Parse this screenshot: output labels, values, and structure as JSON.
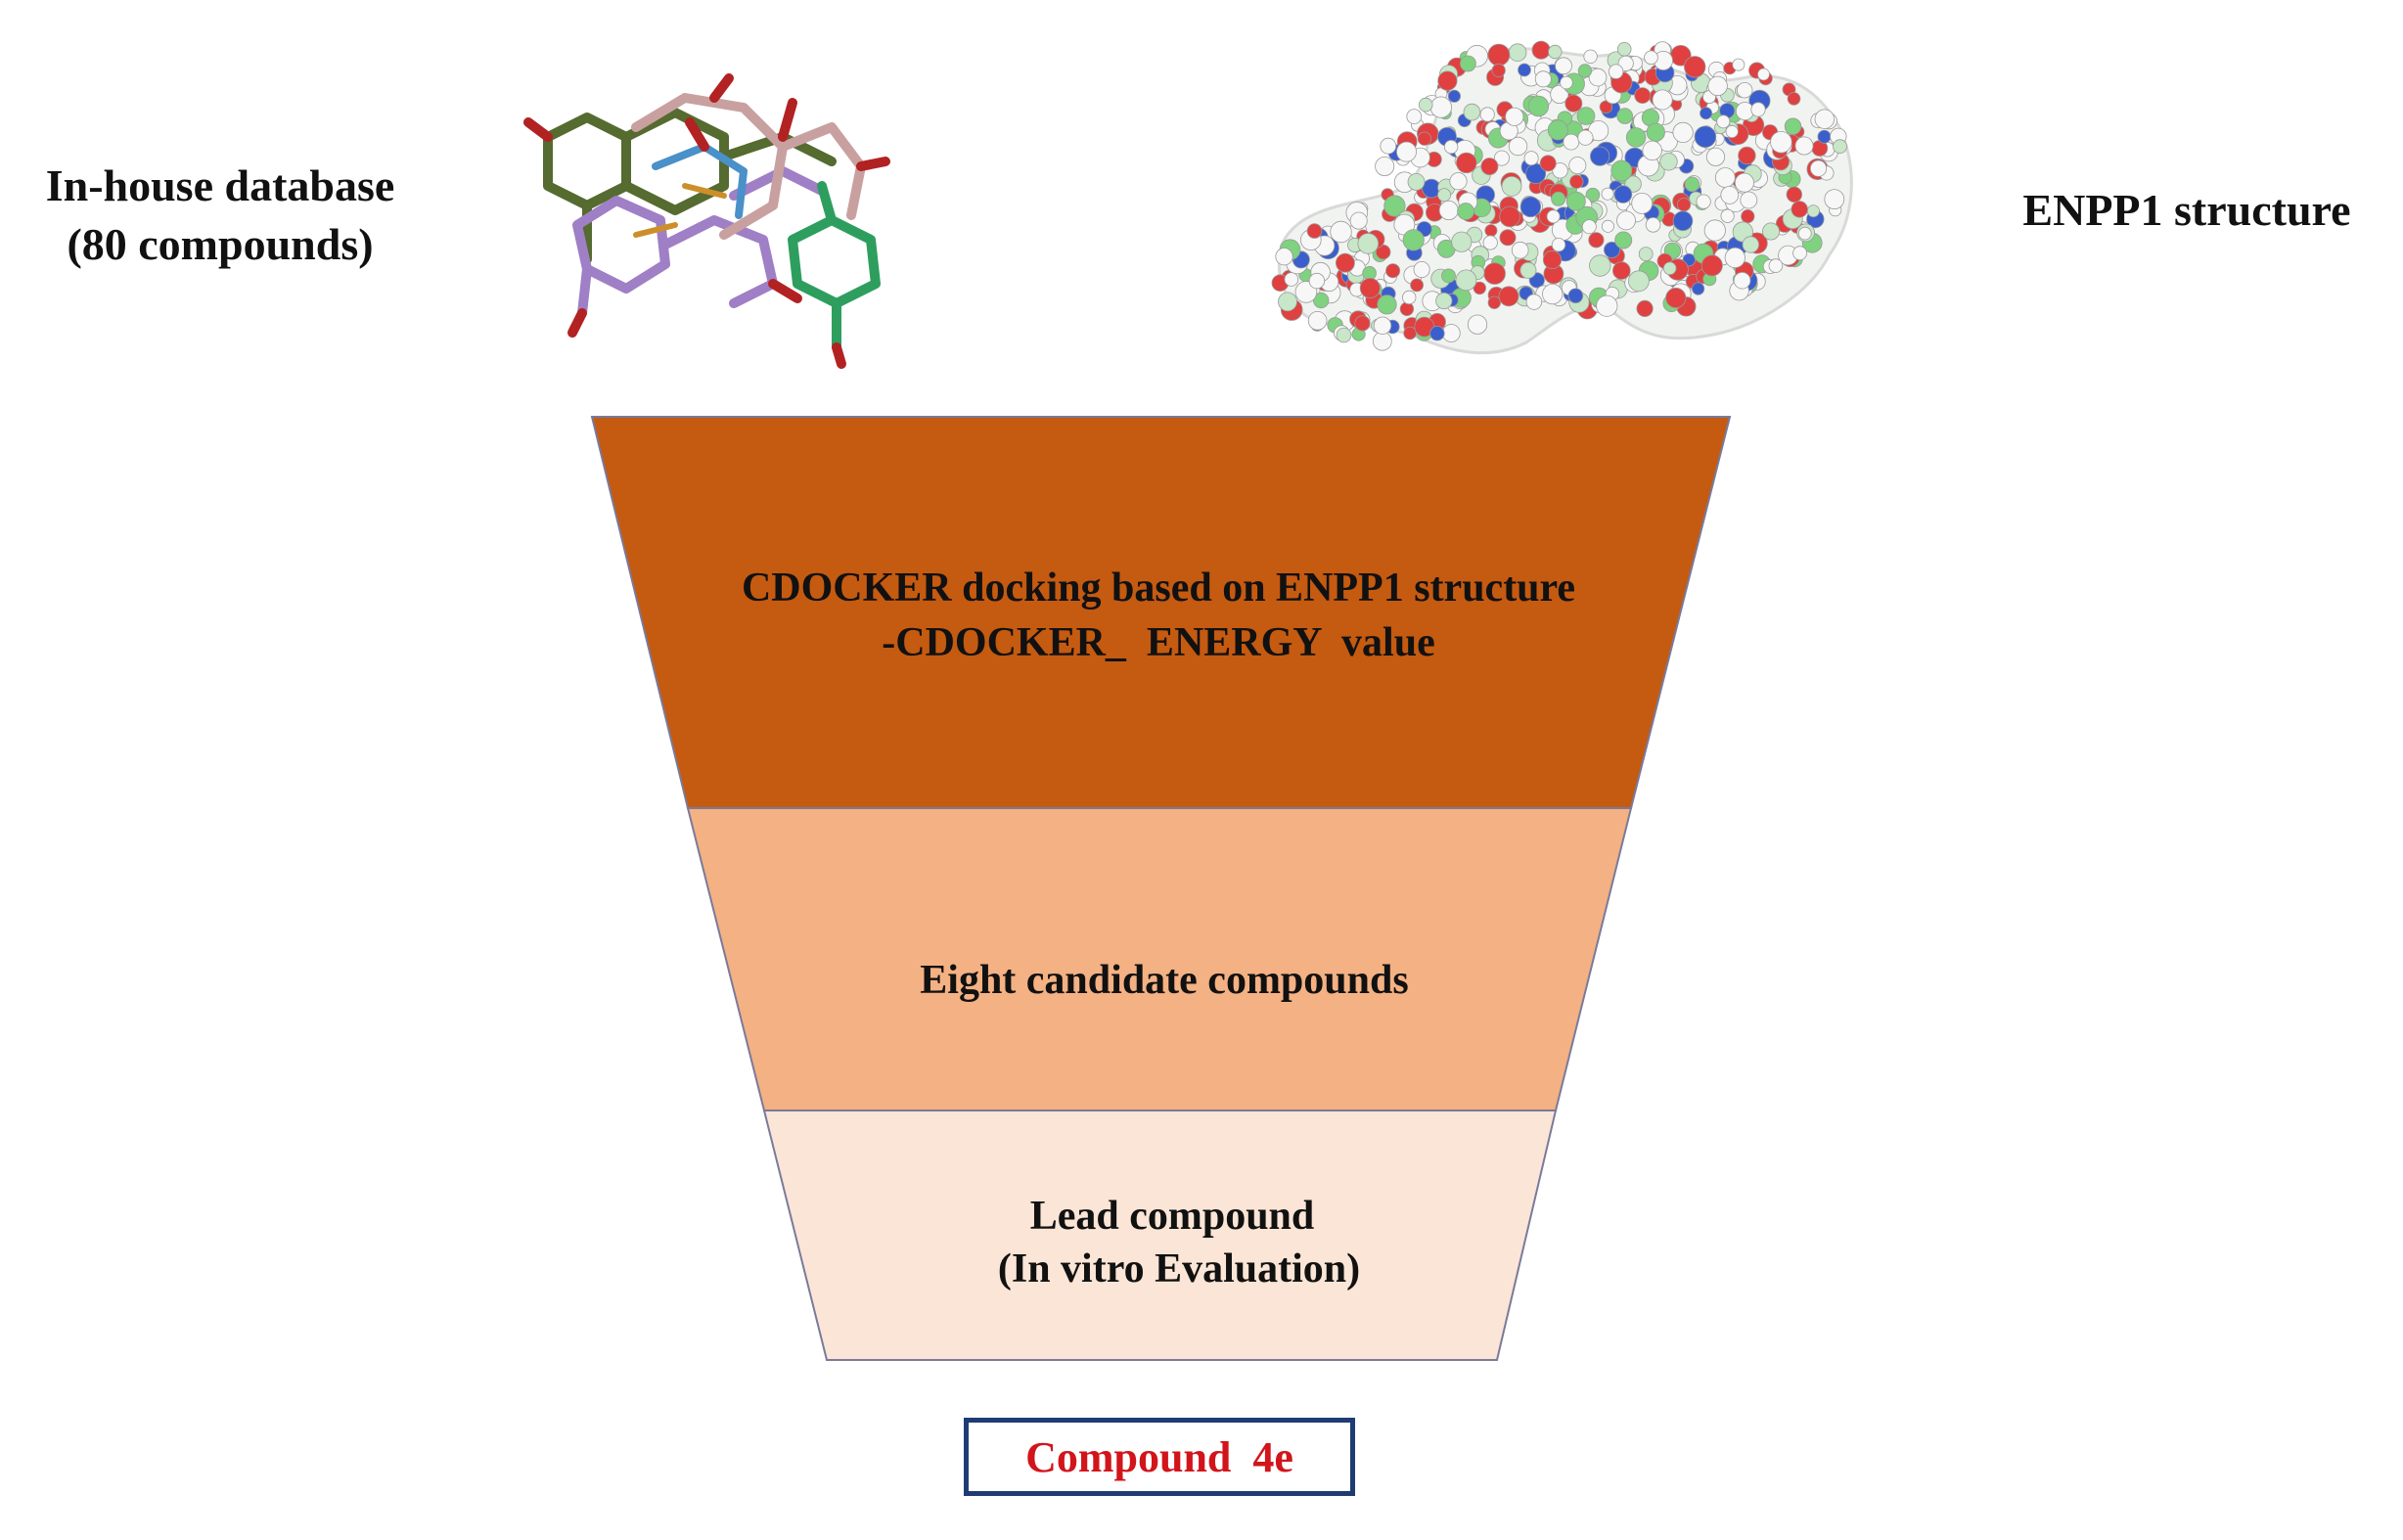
{
  "database_label": [
    "In-house database",
    "(80 compounds)"
  ],
  "protein_label": "ENPP1 structure",
  "funnel": {
    "stages": [
      {
        "lines": [
          "CDOCKER docking based on ENPP1 structure",
          "-CDOCKER_  ENERGY  value"
        ],
        "color": "#c55a11"
      },
      {
        "lines": [
          "Eight candidate compounds"
        ],
        "color": "#f4b183"
      },
      {
        "lines": [
          "Lead compound",
          "(In vitro Evaluation)"
        ],
        "color": "#fbe5d6"
      }
    ]
  },
  "result": {
    "label": "Compound  4e",
    "text_color": "#d2141b",
    "border_color": "#1f3b73"
  },
  "icons": {
    "ligand_overlay": "ligand-overlay-icon",
    "protein_surface": "protein-surface-icon"
  }
}
